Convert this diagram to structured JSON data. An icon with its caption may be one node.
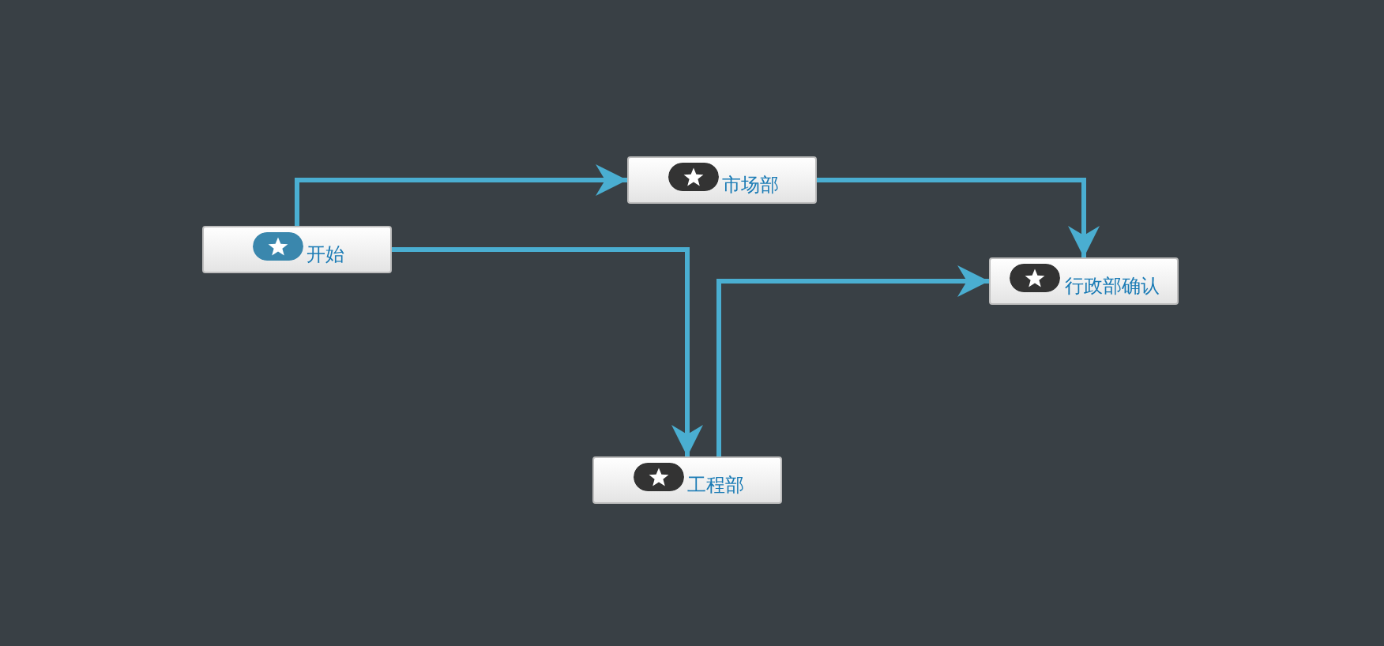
{
  "diagram": {
    "nodes": [
      {
        "text": [
          "开始"
        ]
      },
      {
        "text": [
          "市场部"
        ]
      },
      {
        "text": [
          "行政部确认"
        ]
      },
      {
        "text": [
          "工程部"
        ]
      }
    ],
    "edges": [
      {
        "from": 0,
        "to": 1,
        "arrow": "to"
      },
      {
        "from": 0,
        "to": 3,
        "arrow": "to"
      },
      {
        "from": 1,
        "to": 2,
        "arrow": "to"
      },
      {
        "from": 3,
        "to": 2,
        "arrow": "to"
      }
    ]
  }
}
